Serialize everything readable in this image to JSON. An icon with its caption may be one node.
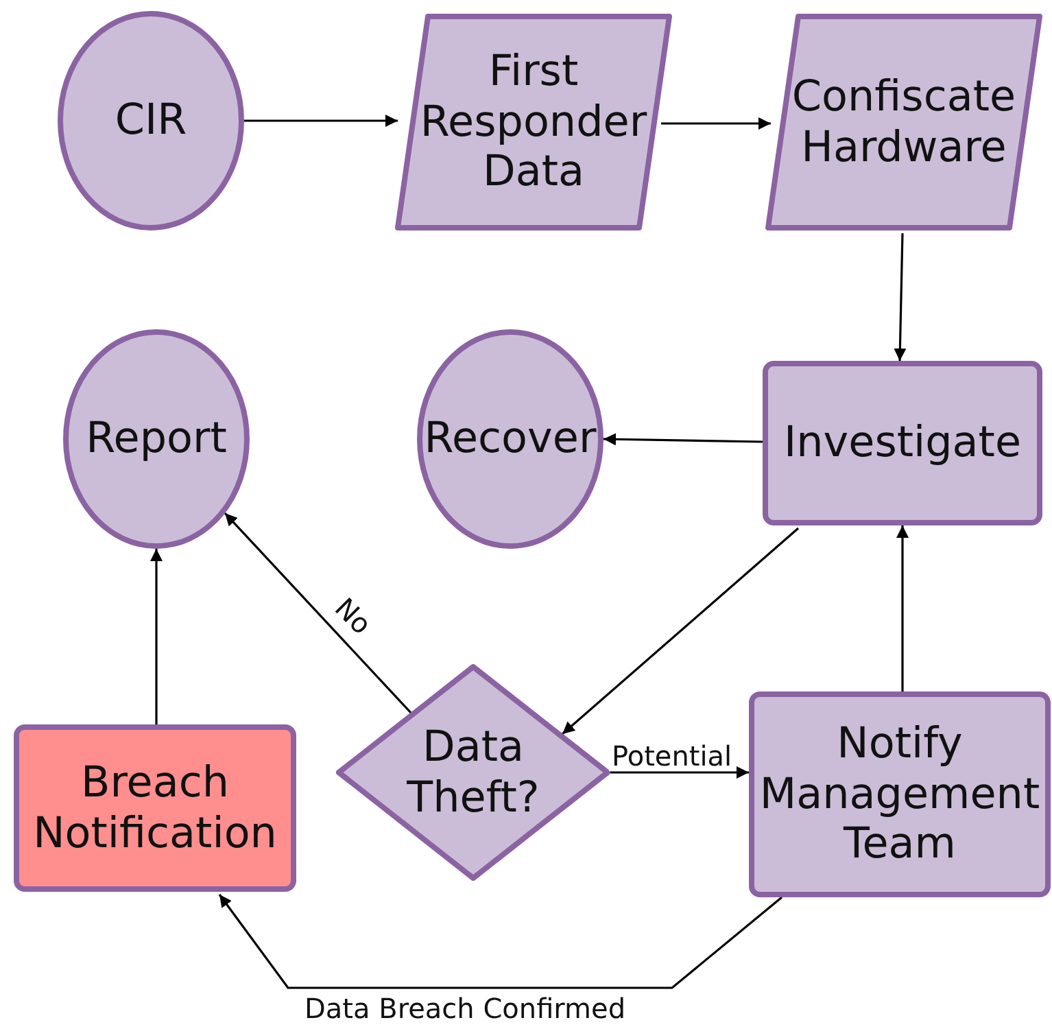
{
  "diagram": {
    "nodes": [
      {
        "text": [
          "CIR"
        ]
      },
      {
        "text": [
          "First Responder Data"
        ]
      },
      {
        "text": [
          "Confiscate Hardware"
        ]
      },
      {
        "text": [
          "Report"
        ]
      },
      {
        "text": [
          "Recover"
        ]
      },
      {
        "text": [
          "Investigate"
        ]
      },
      {
        "text": [
          "Breach Notification"
        ]
      },
      {
        "text": [
          "Data Theft?"
        ]
      },
      {
        "text": [
          "Notify Management Team"
        ]
      }
    ],
    "edges": [
      {
        "from": 0,
        "to": 1,
        "arrow": "to"
      },
      {
        "from": 1,
        "to": 2,
        "arrow": "to"
      },
      {
        "from": 2,
        "to": 5,
        "arrow": "to"
      },
      {
        "from": 5,
        "to": 4,
        "arrow": "to"
      },
      {
        "from": 5,
        "to": 7,
        "arrow": "to"
      },
      {
        "from": 7,
        "to": 3,
        "arrow": "to",
        "label": "No"
      },
      {
        "from": 7,
        "to": 8,
        "arrow": "to",
        "label": "Potential"
      },
      {
        "from": 8,
        "to": 5,
        "arrow": "to"
      },
      {
        "from": 8,
        "to": 6,
        "arrow": "to",
        "label": "Data Breach Confirmed"
      },
      {
        "from": 6,
        "to": 3,
        "arrow": "to"
      }
    ]
  }
}
